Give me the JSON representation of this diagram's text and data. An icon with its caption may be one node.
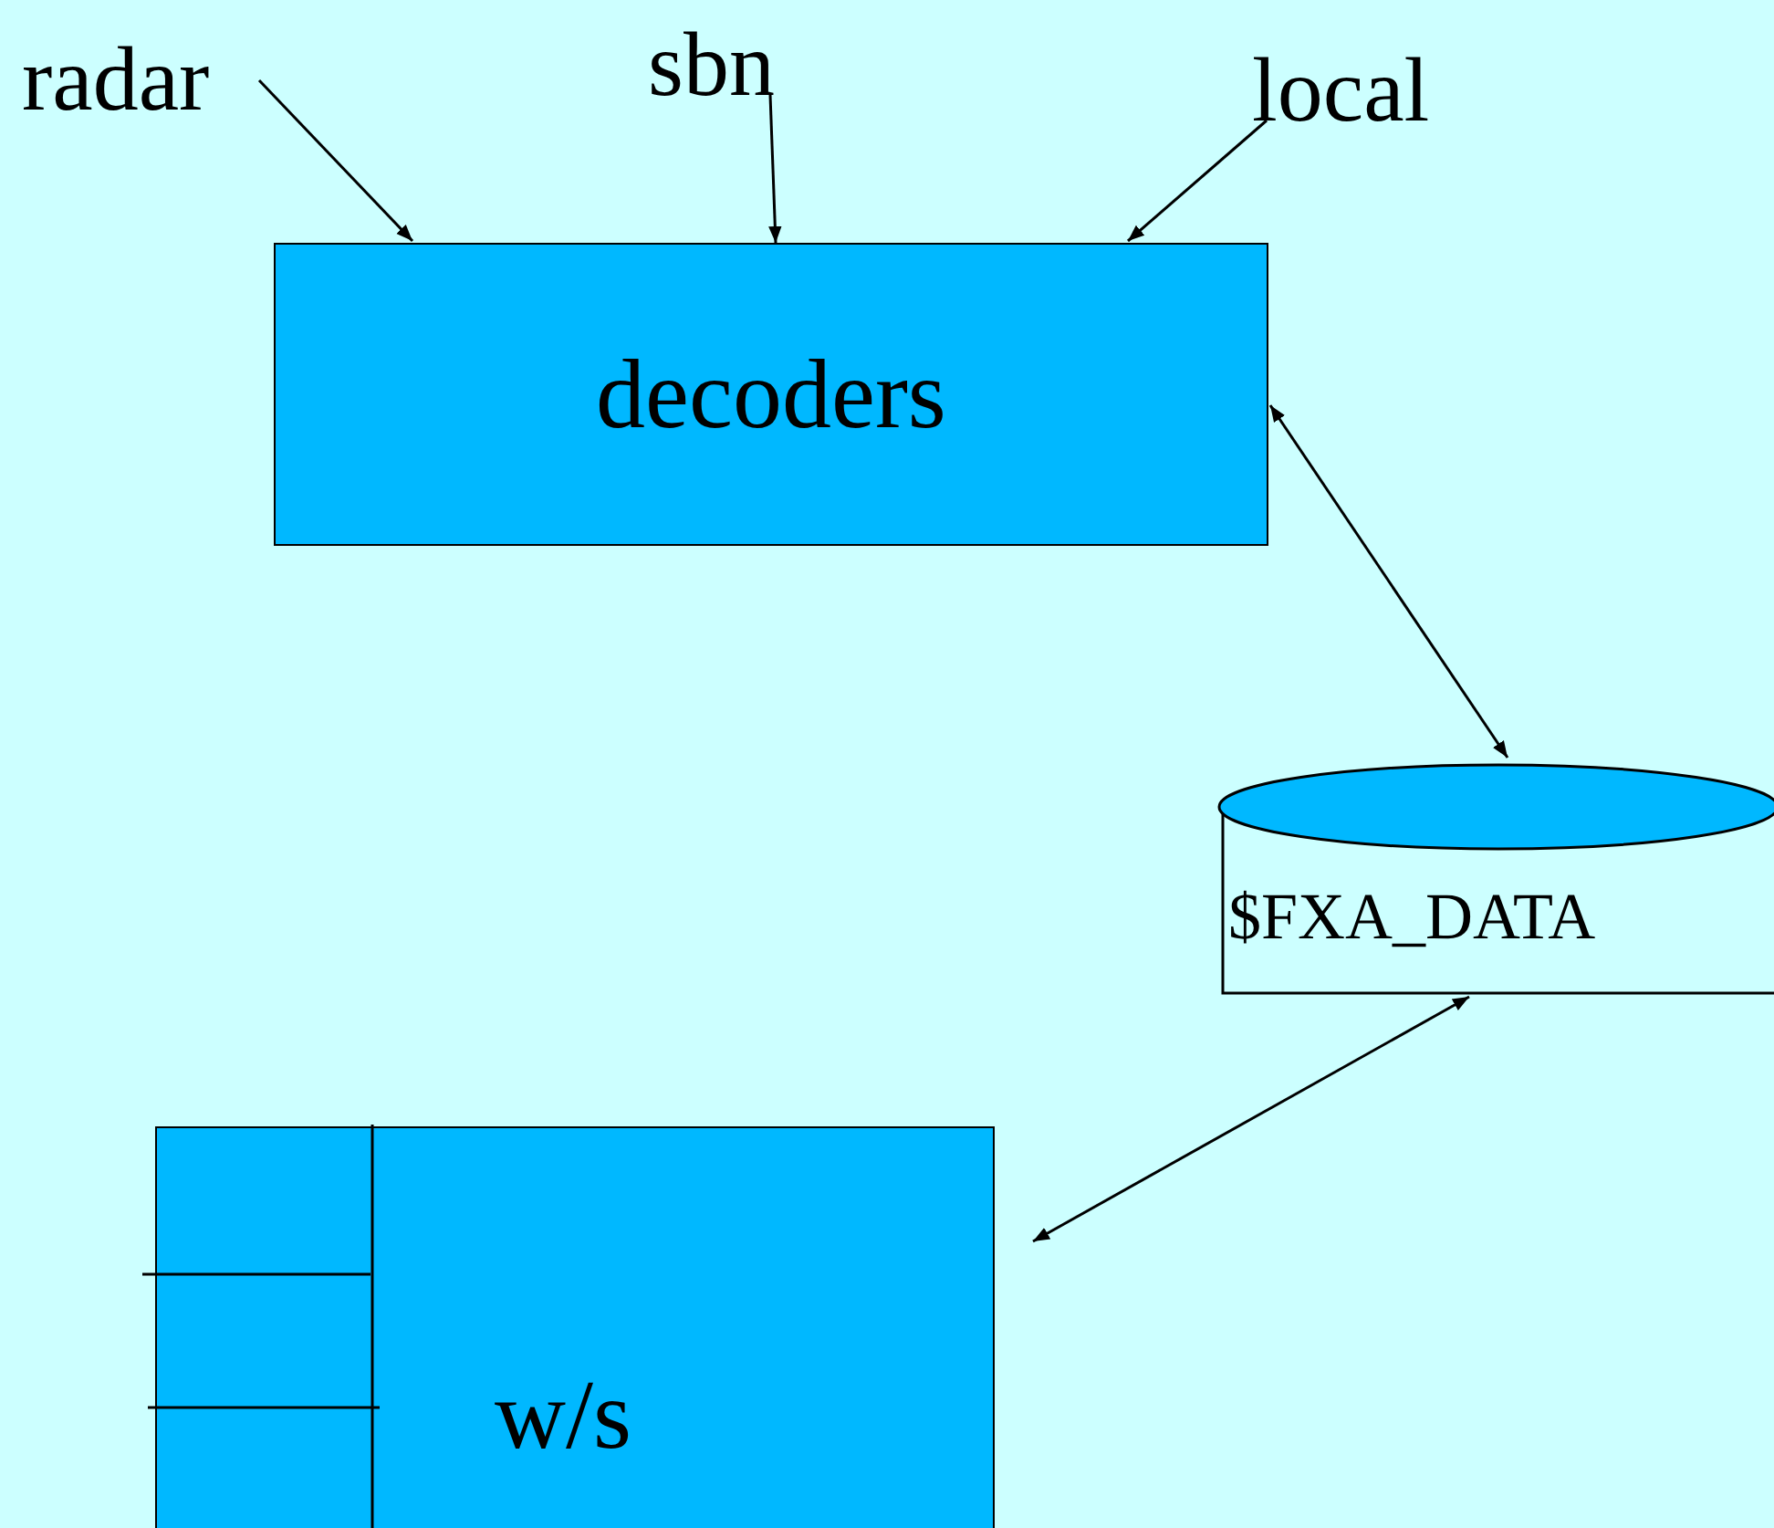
{
  "diagram": {
    "nodes": [
      {
        "text": [
          "radar"
        ]
      },
      {
        "text": [
          "sbn"
        ]
      },
      {
        "text": [
          "local"
        ]
      },
      {
        "text": [
          "decoders"
        ]
      },
      {
        "text": [
          "$FXA_DATA"
        ]
      },
      {
        "text": [
          "w/s"
        ]
      }
    ],
    "edges": [
      {
        "from": 0,
        "to": 3,
        "arrow": "to"
      },
      {
        "from": 1,
        "to": 3,
        "arrow": "to"
      },
      {
        "from": 2,
        "to": 3,
        "arrow": "to"
      },
      {
        "from": 3,
        "to": 4,
        "arrow": "both"
      },
      {
        "from": 4,
        "to": 5,
        "arrow": "both"
      }
    ]
  }
}
